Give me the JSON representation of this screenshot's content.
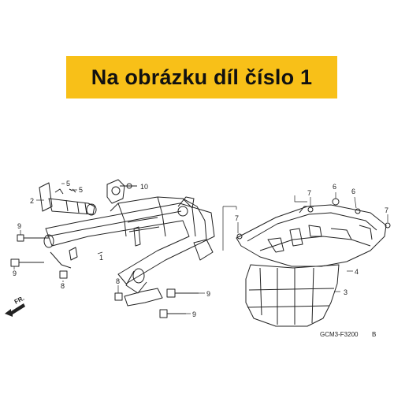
{
  "banner": {
    "text": "Na obrázku díl číslo 1"
  },
  "diagram": {
    "direction_label": "FR.",
    "drawing_code": "GCM3-F3200",
    "drawing_code_suffix": "B",
    "callouts": [
      {
        "id": "c1",
        "label": "1"
      },
      {
        "id": "c2",
        "label": "2"
      },
      {
        "id": "c3",
        "label": "3"
      },
      {
        "id": "c4",
        "label": "4"
      },
      {
        "id": "c5a",
        "label": "5"
      },
      {
        "id": "c5b",
        "label": "5"
      },
      {
        "id": "c6a",
        "label": "6"
      },
      {
        "id": "c6b",
        "label": "6"
      },
      {
        "id": "c7a",
        "label": "7"
      },
      {
        "id": "c7b",
        "label": "7"
      },
      {
        "id": "c7c",
        "label": "7"
      },
      {
        "id": "c8a",
        "label": "8"
      },
      {
        "id": "c8b",
        "label": "8"
      },
      {
        "id": "c9a",
        "label": "9"
      },
      {
        "id": "c9b",
        "label": "9"
      },
      {
        "id": "c9c",
        "label": "9"
      },
      {
        "id": "c9d",
        "label": "9"
      },
      {
        "id": "c10",
        "label": "10"
      }
    ]
  },
  "colors": {
    "banner_bg": "#f8c018",
    "line": "#222222"
  }
}
